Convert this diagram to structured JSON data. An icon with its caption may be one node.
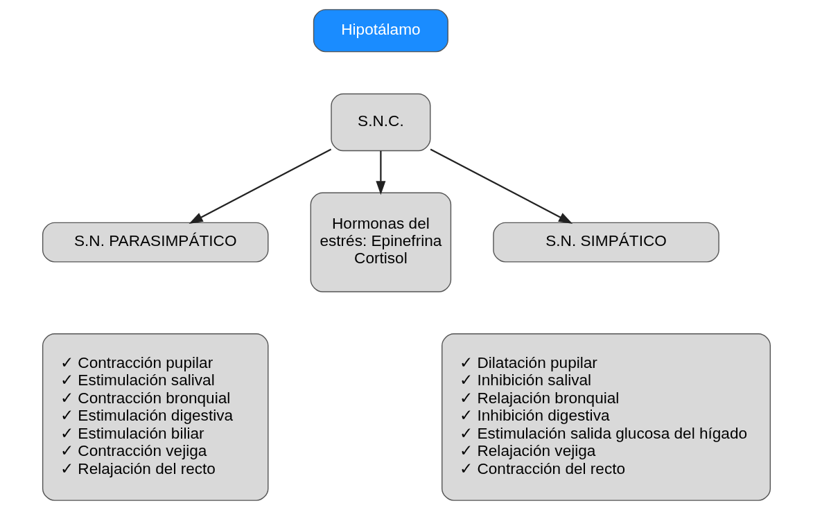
{
  "diagram": {
    "nodes": [
      {
        "text": [
          "Hipotálamo"
        ]
      },
      {
        "text": [
          "S.N.C."
        ]
      },
      {
        "text": [
          "S.N. PARASIMPÁTICO"
        ]
      },
      {
        "text": [
          "Hormonas del estrés: Epinefrina Cortisol"
        ]
      },
      {
        "text": [
          "S.N. SIMPÁTICO"
        ]
      },
      {
        "text": [
          "✓ Contracción pupilar",
          "✓ Estimulación salival",
          "✓ Contracción bronquial",
          "✓ Estimulación digestiva",
          "✓ Estimulación biliar",
          "✓ Contracción vejiga",
          "✓ Relajación del recto"
        ]
      },
      {
        "text": [
          "✓ Dilatación pupilar",
          "✓ Inhibición salival",
          "✓ Relajación bronquial",
          "✓ Inhibición digestiva",
          "✓ Estimulación salida glucosa del hígado",
          "✓ Relajación vejiga",
          "✓ Contracción del recto"
        ]
      }
    ],
    "edges": [
      {
        "from": 1,
        "to": 2,
        "arrow": "to"
      },
      {
        "from": 1,
        "to": 3,
        "arrow": "to"
      },
      {
        "from": 1,
        "to": 4,
        "arrow": "to"
      }
    ]
  }
}
